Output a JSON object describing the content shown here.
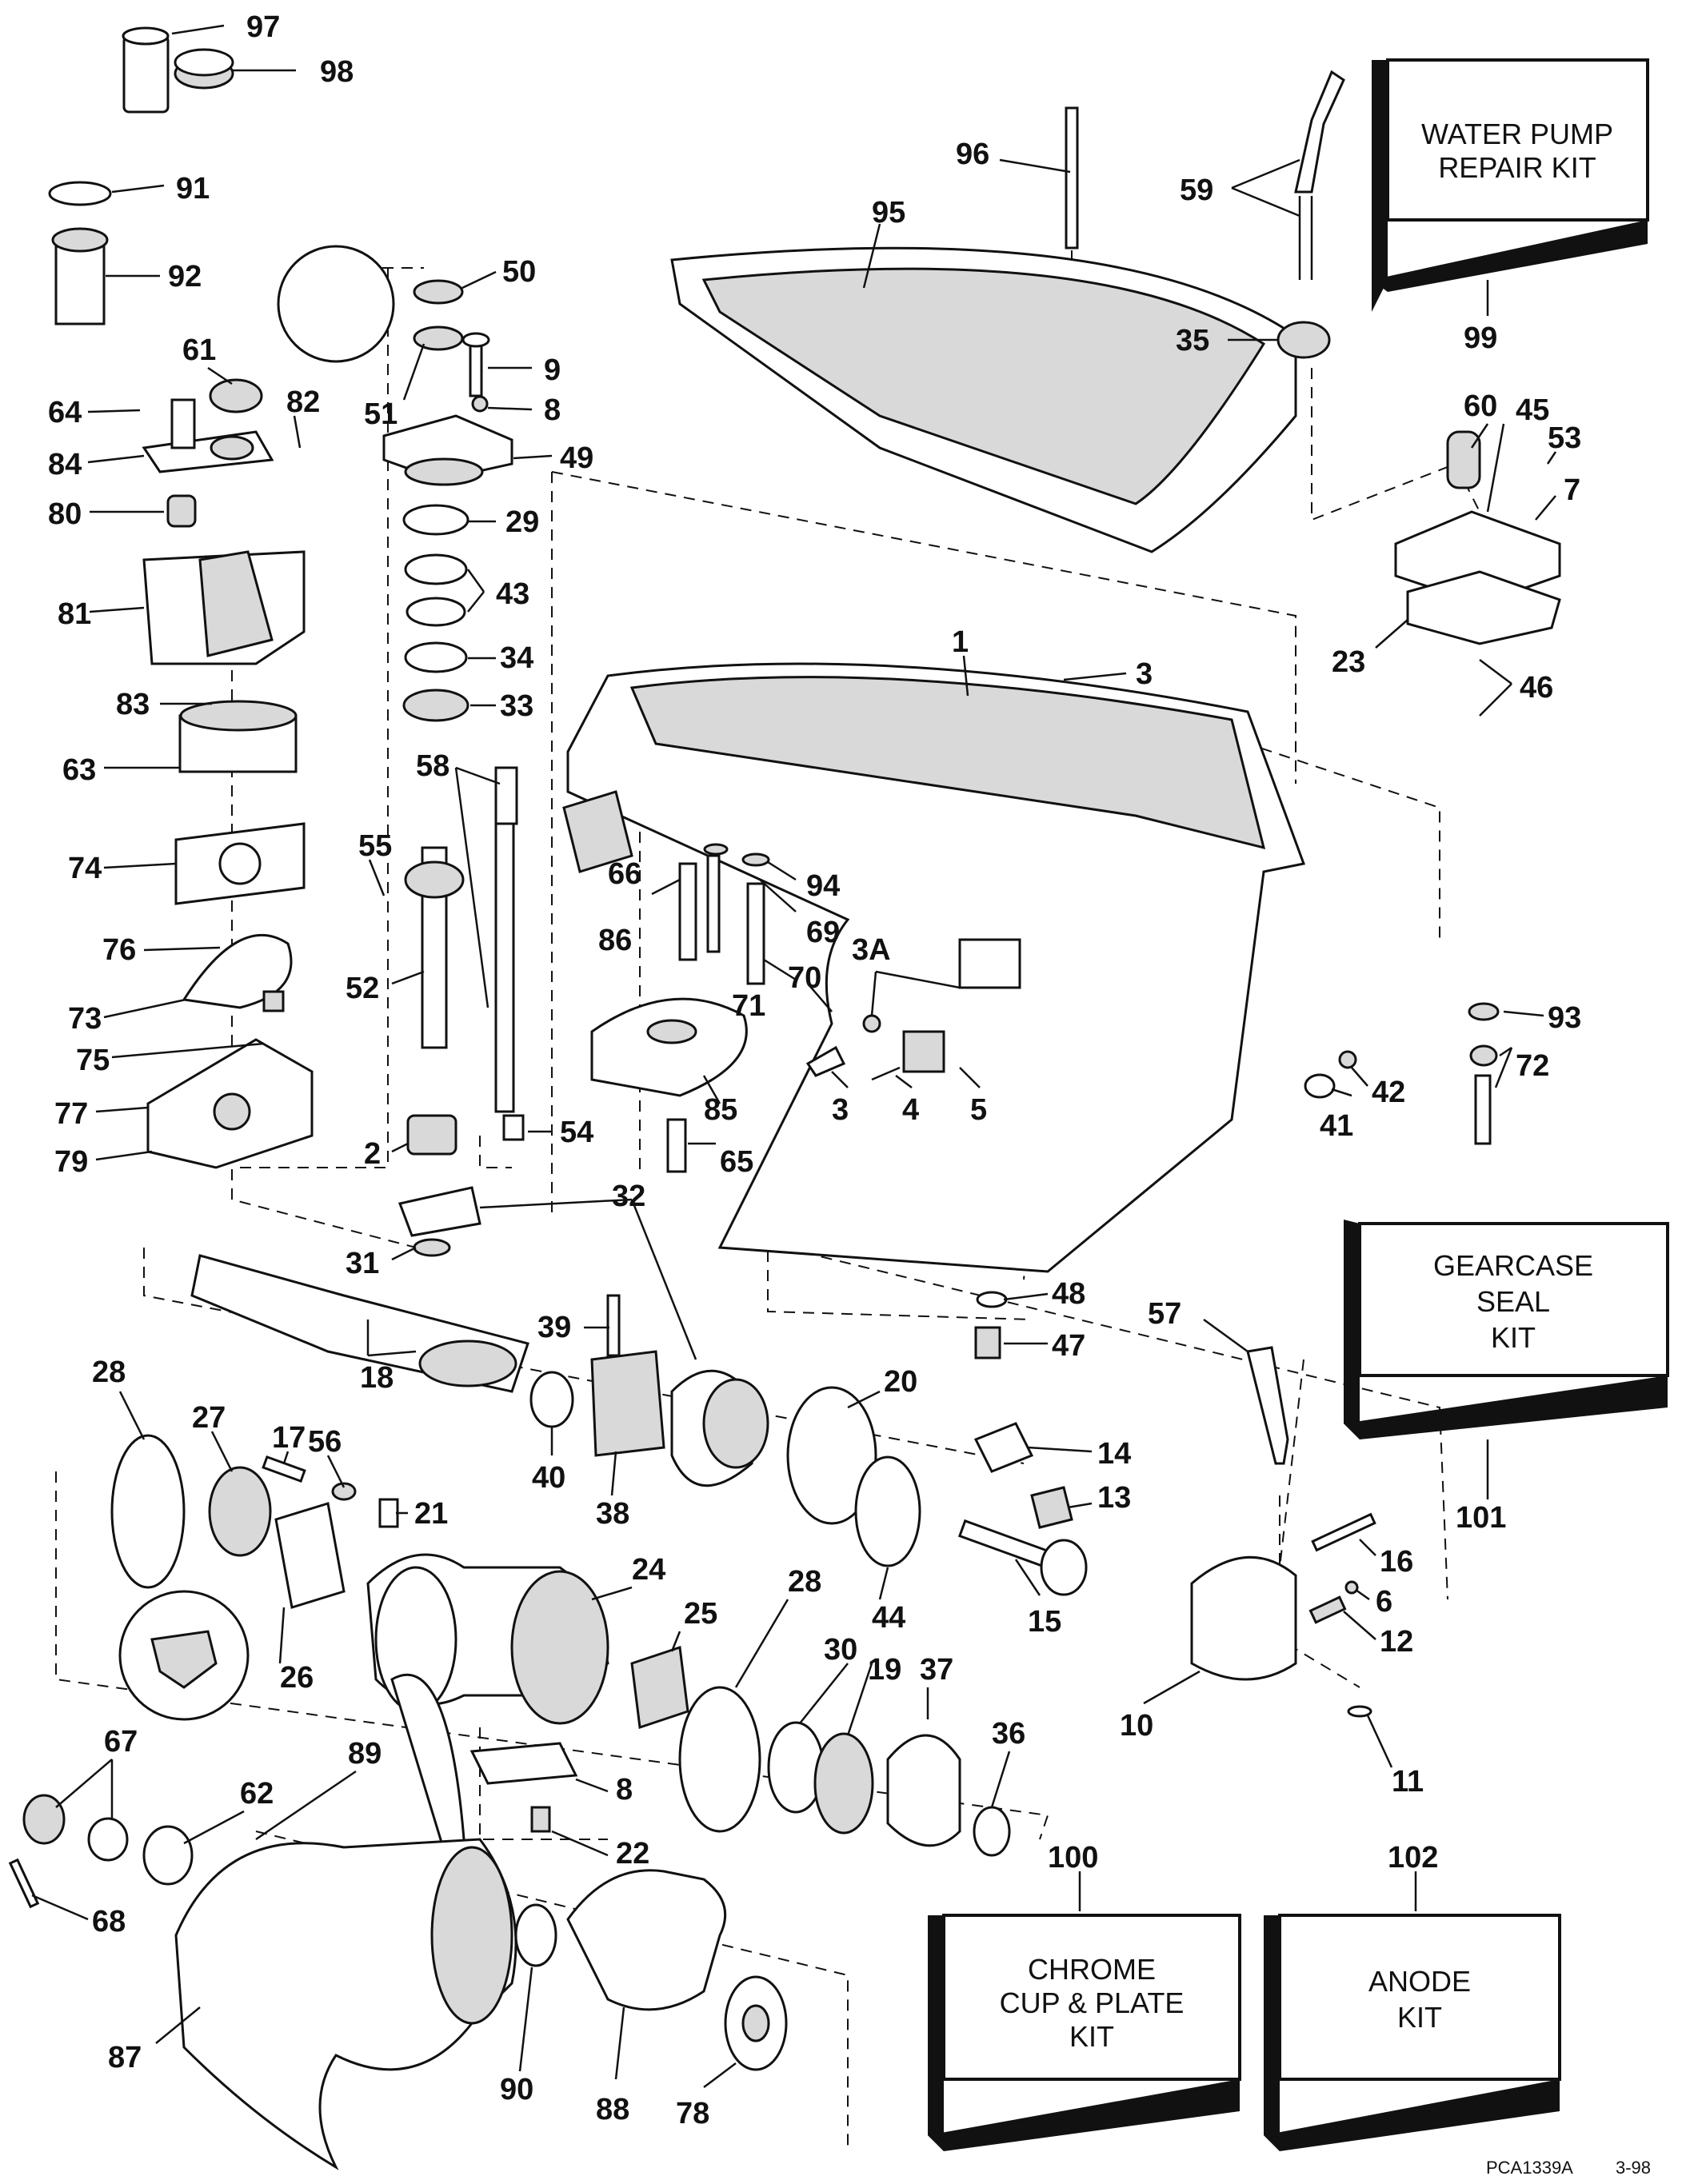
{
  "callouts": {
    "c97": "97",
    "c98": "98",
    "c91": "91",
    "c92": "92",
    "c61": "61",
    "c64": "64",
    "c84": "84",
    "c80": "80",
    "c81": "81",
    "c82": "82",
    "c83": "83",
    "c63": "63",
    "c74": "74",
    "c76": "76",
    "c73": "73",
    "c75": "75",
    "c77": "77",
    "c79": "79",
    "c50": "50",
    "c9": "9",
    "c51": "51",
    "c8a": "8",
    "c49": "49",
    "c29": "29",
    "c43": "43",
    "c34": "34",
    "c33": "33",
    "c58": "58",
    "c55": "55",
    "c52": "52",
    "c2": "2",
    "c54": "54",
    "c32": "32",
    "c31": "31",
    "c96": "96",
    "c95": "95",
    "c59": "59",
    "c35": "35",
    "c60": "60",
    "c45": "45",
    "c53": "53",
    "c7": "7",
    "c23": "23",
    "c46": "46",
    "c1": "1",
    "c3a": "3",
    "c66": "66",
    "c94": "94",
    "c69": "69",
    "c86": "86",
    "c3A": "3A",
    "c70": "70",
    "c71": "71",
    "c3b": "3",
    "c4": "4",
    "c5": "5",
    "c85": "85",
    "c65": "65",
    "c93": "93",
    "c72": "72",
    "c42": "42",
    "c41": "41",
    "c48": "48",
    "c47": "47",
    "c57": "57",
    "c39": "39",
    "c18": "18",
    "c28a": "28",
    "c27": "27",
    "c17": "17",
    "c56": "56",
    "c21": "21",
    "c40": "40",
    "c38": "38",
    "c20": "20",
    "c14": "14",
    "c13": "13",
    "c16": "16",
    "c24": "24",
    "c25": "25",
    "c28b": "28",
    "c44": "44",
    "c15": "15",
    "c6": "6",
    "c12": "12",
    "c26": "26",
    "c30": "30",
    "c19": "19",
    "c37": "37",
    "c36": "36",
    "c10": "10",
    "c11": "11",
    "c67": "67",
    "c89": "89",
    "c62": "62",
    "c8b": "8",
    "c22": "22",
    "c68": "68",
    "c87": "87",
    "c90": "90",
    "c88": "88",
    "c78": "78",
    "c99": "99",
    "c101": "101",
    "c100": "100",
    "c102": "102"
  },
  "kits": {
    "water_pump": {
      "line1": "WATER PUMP",
      "line2": "REPAIR KIT"
    },
    "gearcase_seal": {
      "line1": "GEARCASE",
      "line2": "SEAL",
      "line3": "KIT"
    },
    "chrome_cup": {
      "line1": "CHROME",
      "line2": "CUP & PLATE",
      "line3": "KIT"
    },
    "anode": {
      "line1": "ANODE",
      "line2": "KIT"
    }
  },
  "footer": {
    "part_code": "PCA1339A",
    "date": "3-98"
  }
}
